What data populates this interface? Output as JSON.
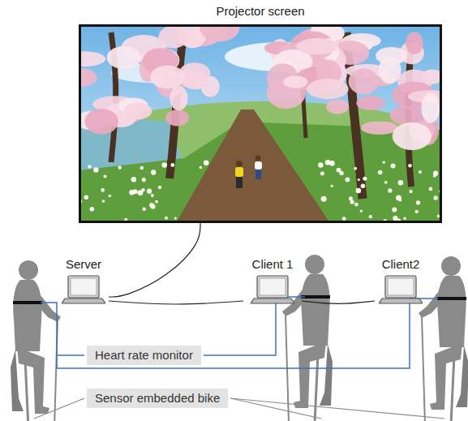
{
  "diagram": {
    "nodes": [
      {
        "text": [
          "Projector screen"
        ]
      },
      {
        "text": [
          "Server"
        ]
      },
      {
        "text": [
          "Client 1"
        ]
      },
      {
        "text": [
          "Client2"
        ]
      },
      {
        "text": [
          "Heart rate monitor"
        ]
      },
      {
        "text": [
          "Sensor embedded bike"
        ]
      }
    ],
    "edges": [
      {
        "from": 0,
        "to": 1,
        "arrow": "none"
      },
      {
        "from": 1,
        "to": 2,
        "arrow": "none"
      },
      {
        "from": 2,
        "to": 3,
        "arrow": "none"
      }
    ]
  }
}
